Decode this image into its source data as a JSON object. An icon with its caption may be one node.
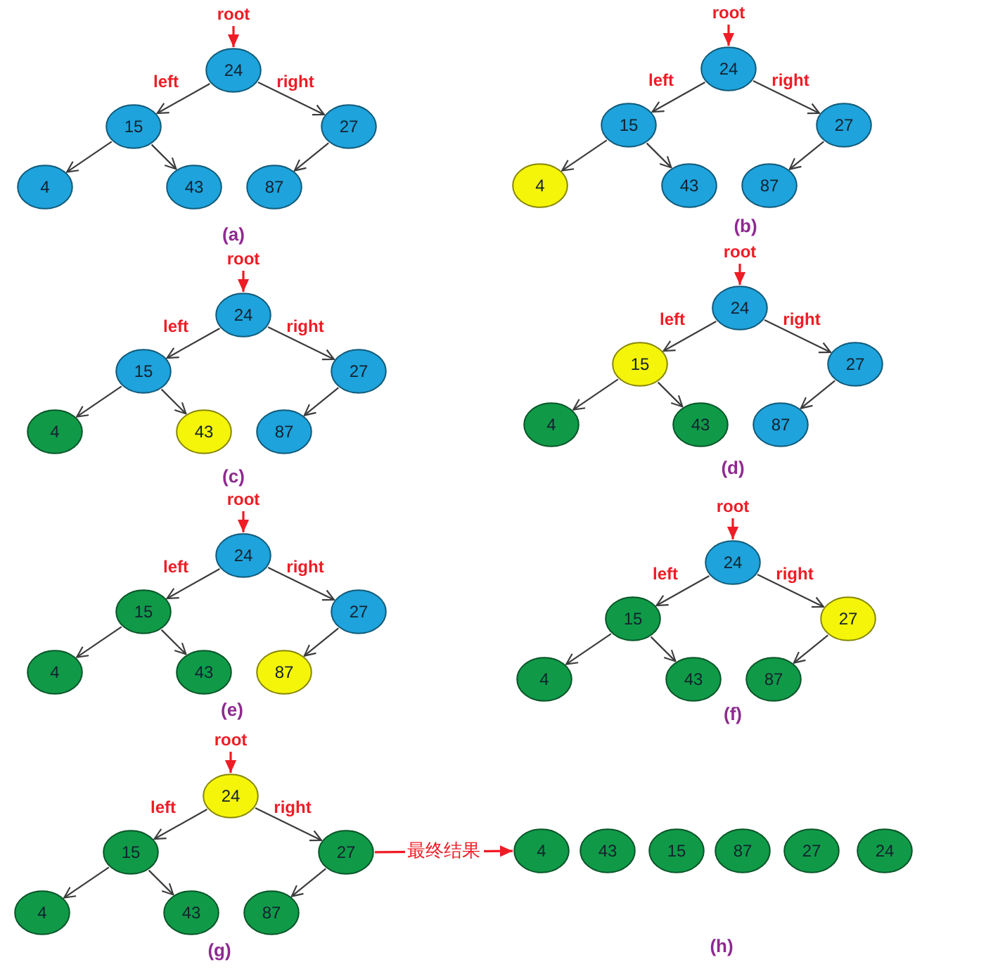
{
  "diagram": {
    "nodes": [
      {
        "text": [
          "root"
        ]
      },
      {
        "text": [
          "24"
        ]
      },
      {
        "text": [
          "15"
        ]
      },
      {
        "text": [
          "27"
        ]
      },
      {
        "text": [
          "4"
        ]
      },
      {
        "text": [
          "43"
        ]
      },
      {
        "text": [
          "87"
        ]
      },
      {
        "text": [
          "root"
        ]
      },
      {
        "text": [
          "24"
        ]
      },
      {
        "text": [
          "15"
        ]
      },
      {
        "text": [
          "27"
        ]
      },
      {
        "text": [
          "4"
        ]
      },
      {
        "text": [
          "43"
        ]
      },
      {
        "text": [
          "87"
        ]
      },
      {
        "text": [
          "root"
        ]
      },
      {
        "text": [
          "24"
        ]
      },
      {
        "text": [
          "15"
        ]
      },
      {
        "text": [
          "27"
        ]
      },
      {
        "text": [
          "4"
        ]
      },
      {
        "text": [
          "43"
        ]
      },
      {
        "text": [
          "87"
        ]
      },
      {
        "text": [
          "root"
        ]
      },
      {
        "text": [
          "24"
        ]
      },
      {
        "text": [
          "15"
        ]
      },
      {
        "text": [
          "27"
        ]
      },
      {
        "text": [
          "4"
        ]
      },
      {
        "text": [
          "43"
        ]
      },
      {
        "text": [
          "87"
        ]
      },
      {
        "text": [
          "root"
        ]
      },
      {
        "text": [
          "24"
        ]
      },
      {
        "text": [
          "15"
        ]
      },
      {
        "text": [
          "27"
        ]
      },
      {
        "text": [
          "4"
        ]
      },
      {
        "text": [
          "43"
        ]
      },
      {
        "text": [
          "87"
        ]
      },
      {
        "text": [
          "root"
        ]
      },
      {
        "text": [
          "24"
        ]
      },
      {
        "text": [
          "15"
        ]
      },
      {
        "text": [
          "27"
        ]
      },
      {
        "text": [
          "4"
        ]
      },
      {
        "text": [
          "43"
        ]
      },
      {
        "text": [
          "87"
        ]
      },
      {
        "text": [
          "root"
        ]
      },
      {
        "text": [
          "24"
        ]
      },
      {
        "text": [
          "15"
        ]
      },
      {
        "text": [
          "27"
        ]
      },
      {
        "text": [
          "4"
        ]
      },
      {
        "text": [
          "43"
        ]
      },
      {
        "text": [
          "87"
        ]
      },
      {
        "text": [
          "4"
        ]
      },
      {
        "text": [
          "43"
        ]
      },
      {
        "text": [
          "15"
        ]
      },
      {
        "text": [
          "87"
        ]
      },
      {
        "text": [
          "27"
        ]
      },
      {
        "text": [
          "24"
        ]
      }
    ],
    "edges": [
      {
        "from": 0,
        "to": 1,
        "arrow": "to",
        "color": "#ee1c25"
      },
      {
        "from": 1,
        "to": 2,
        "arrow": "to",
        "label": "left"
      },
      {
        "from": 1,
        "to": 3,
        "arrow": "to",
        "label": "right"
      },
      {
        "from": 2,
        "to": 4,
        "arrow": "to"
      },
      {
        "from": 2,
        "to": 5,
        "arrow": "to"
      },
      {
        "from": 3,
        "to": 6,
        "arrow": "to"
      },
      {
        "from": 7,
        "to": 8,
        "arrow": "to",
        "color": "#ee1c25"
      },
      {
        "from": 8,
        "to": 9,
        "arrow": "to",
        "label": "left"
      },
      {
        "from": 8,
        "to": 10,
        "arrow": "to",
        "label": "right"
      },
      {
        "from": 9,
        "to": 11,
        "arrow": "to"
      },
      {
        "from": 9,
        "to": 12,
        "arrow": "to"
      },
      {
        "from": 10,
        "to": 13,
        "arrow": "to"
      },
      {
        "from": 14,
        "to": 15,
        "arrow": "to",
        "color": "#ee1c25"
      },
      {
        "from": 15,
        "to": 16,
        "arrow": "to",
        "label": "left"
      },
      {
        "from": 15,
        "to": 17,
        "arrow": "to",
        "label": "right"
      },
      {
        "from": 16,
        "to": 18,
        "arrow": "to"
      },
      {
        "from": 16,
        "to": 19,
        "arrow": "to"
      },
      {
        "from": 17,
        "to": 20,
        "arrow": "to"
      },
      {
        "from": 21,
        "to": 22,
        "arrow": "to",
        "color": "#ee1c25"
      },
      {
        "from": 22,
        "to": 23,
        "arrow": "to",
        "label": "left"
      },
      {
        "from": 22,
        "to": 24,
        "arrow": "to",
        "label": "right"
      },
      {
        "from": 23,
        "to": 25,
        "arrow": "to"
      },
      {
        "from": 23,
        "to": 26,
        "arrow": "to"
      },
      {
        "from": 24,
        "to": 27,
        "arrow": "to"
      },
      {
        "from": 28,
        "to": 29,
        "arrow": "to",
        "color": "#ee1c25"
      },
      {
        "from": 29,
        "to": 30,
        "arrow": "to",
        "label": "left"
      },
      {
        "from": 29,
        "to": 31,
        "arrow": "to",
        "label": "right"
      },
      {
        "from": 30,
        "to": 32,
        "arrow": "to"
      },
      {
        "from": 30,
        "to": 33,
        "arrow": "to"
      },
      {
        "from": 31,
        "to": 34,
        "arrow": "to"
      },
      {
        "from": 35,
        "to": 36,
        "arrow": "to",
        "color": "#ee1c25"
      },
      {
        "from": 36,
        "to": 37,
        "arrow": "to",
        "label": "left"
      },
      {
        "from": 36,
        "to": 38,
        "arrow": "to",
        "label": "right"
      },
      {
        "from": 37,
        "to": 39,
        "arrow": "to"
      },
      {
        "from": 37,
        "to": 40,
        "arrow": "to"
      },
      {
        "from": 38,
        "to": 41,
        "arrow": "to"
      },
      {
        "from": 42,
        "to": 43,
        "arrow": "to",
        "color": "#ee1c25"
      },
      {
        "from": 43,
        "to": 44,
        "arrow": "to",
        "label": "left"
      },
      {
        "from": 43,
        "to": 45,
        "arrow": "to",
        "label": "right"
      },
      {
        "from": 44,
        "to": 46,
        "arrow": "to"
      },
      {
        "from": 44,
        "to": 47,
        "arrow": "to"
      },
      {
        "from": 45,
        "to": 48,
        "arrow": "to"
      },
      {
        "from": 45,
        "to": 49,
        "arrow": "to",
        "label": "最终结果",
        "color": "#ee1c25"
      }
    ],
    "labels": [
      "(a)",
      "(b)",
      "(c)",
      "(d)",
      "(e)",
      "(f)",
      "(g)",
      "(h)"
    ]
  }
}
